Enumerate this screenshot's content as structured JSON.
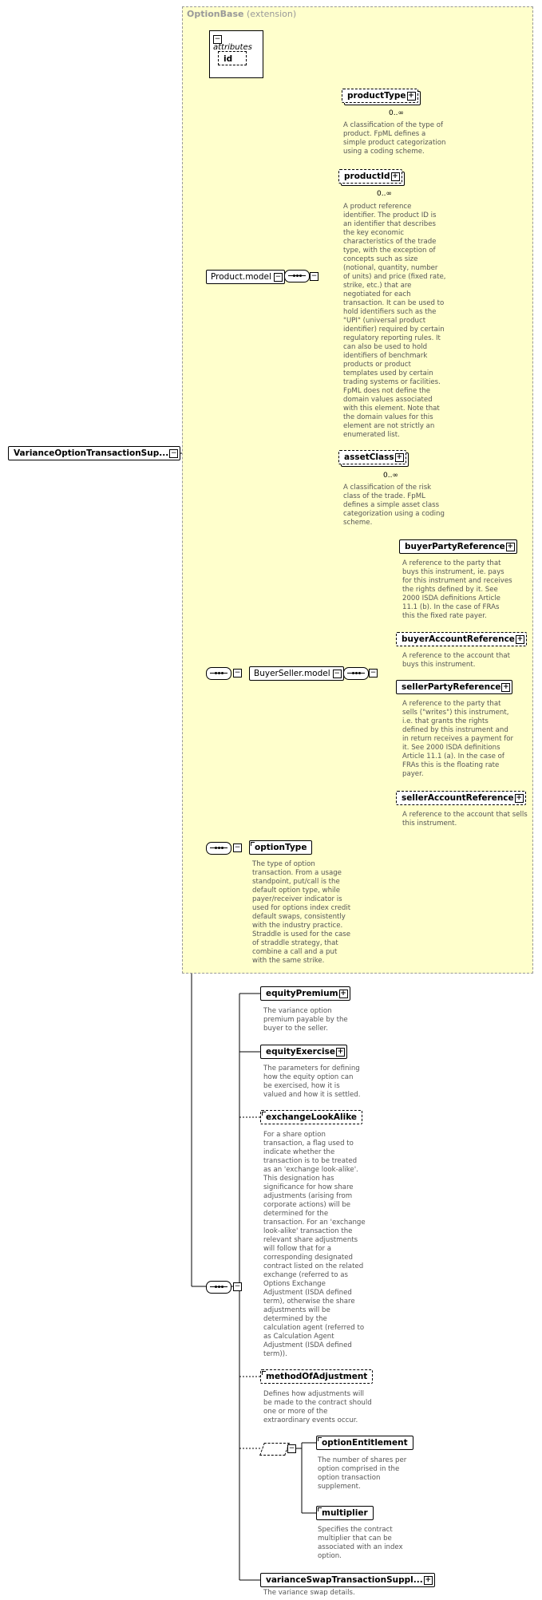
{
  "extension": {
    "name": "OptionBase",
    "suffix": "(extension)"
  },
  "root": {
    "name": "VarianceOptionTransactionSup..."
  },
  "attributes": {
    "header": "attributes",
    "id": "id"
  },
  "groups": {
    "product_model": "Product.model",
    "buyer_seller_model": "BuyerSeller.model"
  },
  "product": {
    "productType": {
      "name": "productType",
      "card": "0..∞",
      "doc": "A classification of the type of\nproduct. FpML defines a\nsimple product categorization\nusing a coding scheme."
    },
    "productId": {
      "name": "productId",
      "card": "0..∞",
      "doc": "A product reference\nidentifier. The product ID is\nan identifier that describes\nthe key economic\ncharacteristics of the trade\ntype, with the exception of\nconcepts such as size\n(notional, quantity, number\nof units) and price (fixed rate,\nstrike, etc.) that are\nnegotiated for each\ntransaction. It can be used to\nhold identifiers such as the\n\"UPI\" (universal product\nidentifier) required by certain\nregulatory reporting rules. It\ncan also be used to hold\nidentifiers of benchmark\nproducts or product\ntemplates used by certain\ntrading systems or facilities.\nFpML does not define the\ndomain values associated\nwith this element. Note that\nthe domain values for this\nelement are not strictly an\nenumerated list."
    },
    "assetClass": {
      "name": "assetClass",
      "card": "0..∞",
      "doc": "A classification of the risk\nclass of the trade. FpML\ndefines a simple asset class\ncategorization using a coding\nscheme."
    }
  },
  "buyerSeller": {
    "buyerPartyReference": {
      "name": "buyerPartyReference",
      "doc": "A reference to the party that\nbuys this instrument, ie. pays\nfor this instrument and receives\nthe rights defined by it. See\n2000 ISDA definitions Article\n11.1 (b). In the case of FRAs\nthis the fixed rate payer."
    },
    "buyerAccountReference": {
      "name": "buyerAccountReference",
      "doc": "A reference to the account that\nbuys this instrument."
    },
    "sellerPartyReference": {
      "name": "sellerPartyReference",
      "doc": "A reference to the party that\nsells (\"writes\") this instrument,\ni.e. that grants the rights\ndefined by this instrument and\nin return receives a payment for\nit. See 2000 ISDA definitions\nArticle 11.1 (a). In the case of\nFRAs this is the floating rate\npayer."
    },
    "sellerAccountReference": {
      "name": "sellerAccountReference",
      "doc": "A reference to the account that sells\nthis instrument."
    }
  },
  "optionType": {
    "name": "optionType",
    "doc": "The type of option\ntransaction. From a usage\nstandpoint, put/call is the\ndefault option type, while\npayer/receiver indicator is\nused for options index credit\ndefault swaps, consistently\nwith the industry practice.\nStraddle is used for the case\nof straddle strategy, that\ncombine a call and a put\nwith the same strike."
  },
  "main": {
    "equityPremium": {
      "name": "equityPremium",
      "doc": "The variance option\npremium payable by the\nbuyer to the seller."
    },
    "equityExercise": {
      "name": "equityExercise",
      "doc": "The parameters for defining\nhow the equity option can\nbe exercised, how it is\nvalued and how it is settled."
    },
    "exchangeLookAlike": {
      "name": "exchangeLookAlike",
      "doc": "For a share option\ntransaction, a flag used to\nindicate whether the\ntransaction is to be treated\nas an 'exchange look-alike'.\nThis designation has\nsignificance for how share\nadjustments (arising from\ncorporate actions) will be\ndetermined for the\ntransaction. For an 'exchange\nlook-alike' transaction the\nrelevant share adjustments\nwill follow that for a\ncorresponding designated\ncontract listed on the related\nexchange (referred to as\nOptions Exchange\nAdjustment (ISDA defined\nterm), otherwise the share\nadjustments will be\ndetermined by the\ncalculation agent (referred to\nas Calculation Agent\nAdjustment (ISDA defined\nterm))."
    },
    "methodOfAdjustment": {
      "name": "methodOfAdjustment",
      "doc": "Defines how adjustments will\nbe made to the contract should\none or more of the\nextraordinary events occur."
    },
    "optionEntitlement": {
      "name": "optionEntitlement",
      "doc": "The number of shares per\noption comprised in the\noption transaction\nsupplement."
    },
    "multiplier": {
      "name": "multiplier",
      "doc": "Specifies the contract\nmultiplier that can be\nassociated with an index\noption."
    },
    "varianceSwapTransactionSupplement": {
      "name": "varianceSwapTransactionSuppl...",
      "doc": "The variance swap details."
    }
  }
}
